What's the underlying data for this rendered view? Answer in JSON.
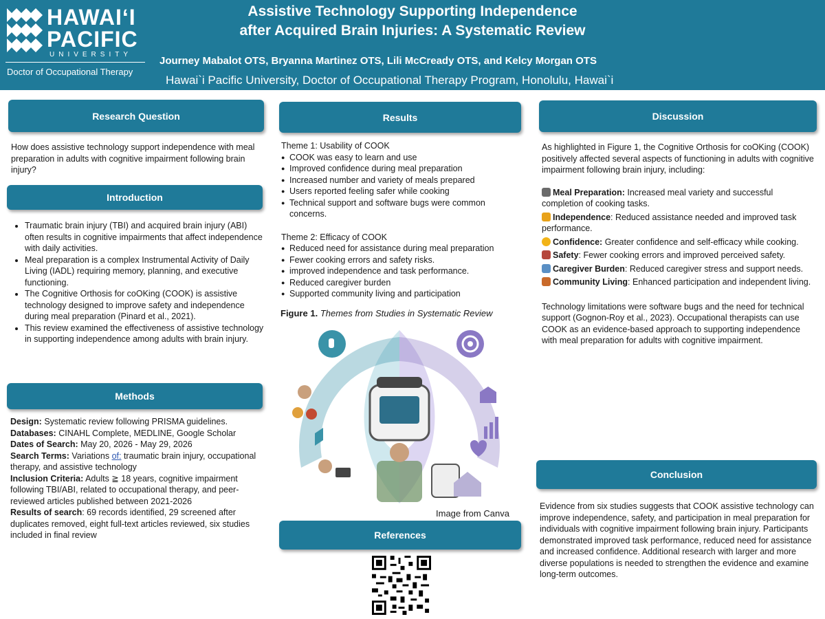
{
  "logo": {
    "name_line1": "HAWAIʻI",
    "name_line2": "PACIFIC",
    "university": "UNIVERSITY",
    "program": "Doctor of Occupational Therapy"
  },
  "header": {
    "title_line1": "Assistive Technology Supporting Independence",
    "title_line2": "after Acquired Brain Injuries: A Systematic Review",
    "authors": "Journey Mabalot OTS, Bryanna Martinez OTS, Lili McCready OTS, and Kelcy Morgan OTS",
    "affiliation": "Hawai`i Pacific University, Doctor of Occupational Therapy Program, Honolulu, Hawai`i"
  },
  "research_question": {
    "heading": "Research Question",
    "text": "How does assistive technology support independence with meal preparation in adults with cognitive impairment following brain injury?"
  },
  "introduction": {
    "heading": "Introduction",
    "items": [
      "Traumatic brain injury (TBI) and acquired brain injury (ABI) often results in cognitive impairments that affect independence with daily activities.",
      "Meal preparation is a complex Instrumental Activity of Daily Living (IADL) requiring memory, planning, and executive functioning.",
      "The Cognitive Orthosis for coOKing (COOK) is assistive technology designed to improve safety and independence during meal preparation (Pinard et al., 2021).",
      "This review examined the effectiveness of assistive technology in supporting independence among adults with brain injury."
    ]
  },
  "methods": {
    "heading": "Methods",
    "design_label": "Design:",
    "design": "Systematic review following PRISMA guidelines.",
    "databases_label": "Databases:",
    "databases": "CINAHL Complete, MEDLINE, Google Scholar",
    "dates_label": "Dates of Search:",
    "dates": "May 20, 2026 - May 29, 2026",
    "terms_label": "Search Terms:",
    "terms_pre": "Variations",
    "terms_of": "of:",
    "terms": "traumatic brain injury, occupational therapy, and assistive technology",
    "inclusion_label": "Inclusion Criteria:",
    "inclusion": "Adults ≧ 18 years, cognitive impairment following TBI/ABI, related to occupational therapy, and peer-reviewed articles published between 2021-2026",
    "results_label": "Results of search",
    "results": ": 69 records identified, 29 screened after duplicates removed, eight full-text articles reviewed, six studies included in final review"
  },
  "results": {
    "heading": "Results",
    "theme1_title": "Theme 1: Usability of COOK",
    "theme1_items": [
      "COOK was easy to learn and use",
      "Improved confidence during meal preparation",
      "Increased number and variety of meals prepared",
      "Users reported feeling safer while cooking",
      "Technical support and software bugs were common concerns."
    ],
    "theme2_title": "Theme 2: Efficacy of COOK",
    "theme2_items": [
      "Reduced need for assistance during meal preparation",
      "Fewer cooking errors and safety risks.",
      "improved independence and task performance.",
      "Reduced caregiver burden",
      "Supported community living and participation"
    ],
    "figure_label": "Figure 1.",
    "figure_title": "Themes from Studies in Systematic Review",
    "image_credit": "Image from Canva"
  },
  "references": {
    "heading": "References"
  },
  "discussion": {
    "heading": "Discussion",
    "intro": "As highlighted in Figure 1, the Cognitive Orthosis for coOKing (COOK) positively affected several aspects of functioning in adults with cognitive impairment following brain injury, including:",
    "items": [
      {
        "label": "Meal Preparation:",
        "text": "Increased meal variety and successful completion of cooking tasks.",
        "icon": "magnifier-icon",
        "color": "#6b6b6b"
      },
      {
        "label": "Independence",
        "text": ": Reduced assistance needed and improved task performance.",
        "icon": "flexed-arm-icon",
        "color": "#e8a21a"
      },
      {
        "label": "Confidence:",
        "text": "Greater confidence and self-efficacy while cooking.",
        "icon": "smile-icon",
        "color": "#f2b418"
      },
      {
        "label": "Safety",
        "text": ": Fewer cooking errors and improved perceived safety.",
        "icon": "shield-icon",
        "color": "#b5473c"
      },
      {
        "label": "Caregiver Burden",
        "text": ": Reduced caregiver stress and support needs.",
        "icon": "family-icon",
        "color": "#5a8fc4"
      },
      {
        "label": "Community Living",
        "text": ": Enhanced participation and independent living.",
        "icon": "house-icon",
        "color": "#c96a2a"
      }
    ],
    "closing": "Technology limitations were software bugs and the need for technical support (Gognon-Roy et al., 2023). Occupational therapists can use COOK as an evidence-based approach to supporting independence with meal preparation for adults with cognitive impairment."
  },
  "conclusion": {
    "heading": "Conclusion",
    "text": "Evidence from six studies suggests that COOK assistive technology can improve independence, safety, and participation in meal preparation for individuals with cognitive impairment following brain injury. Participants demonstrated improved task performance, reduced need for assistance and increased confidence. Additional research with larger and more diverse populations is needed to strengthen the evidence and examine long-term outcomes."
  },
  "colors": {
    "brand_blue": "#1f7a99",
    "left_wheel": "#3a93a8",
    "right_wheel": "#8a78c4"
  }
}
